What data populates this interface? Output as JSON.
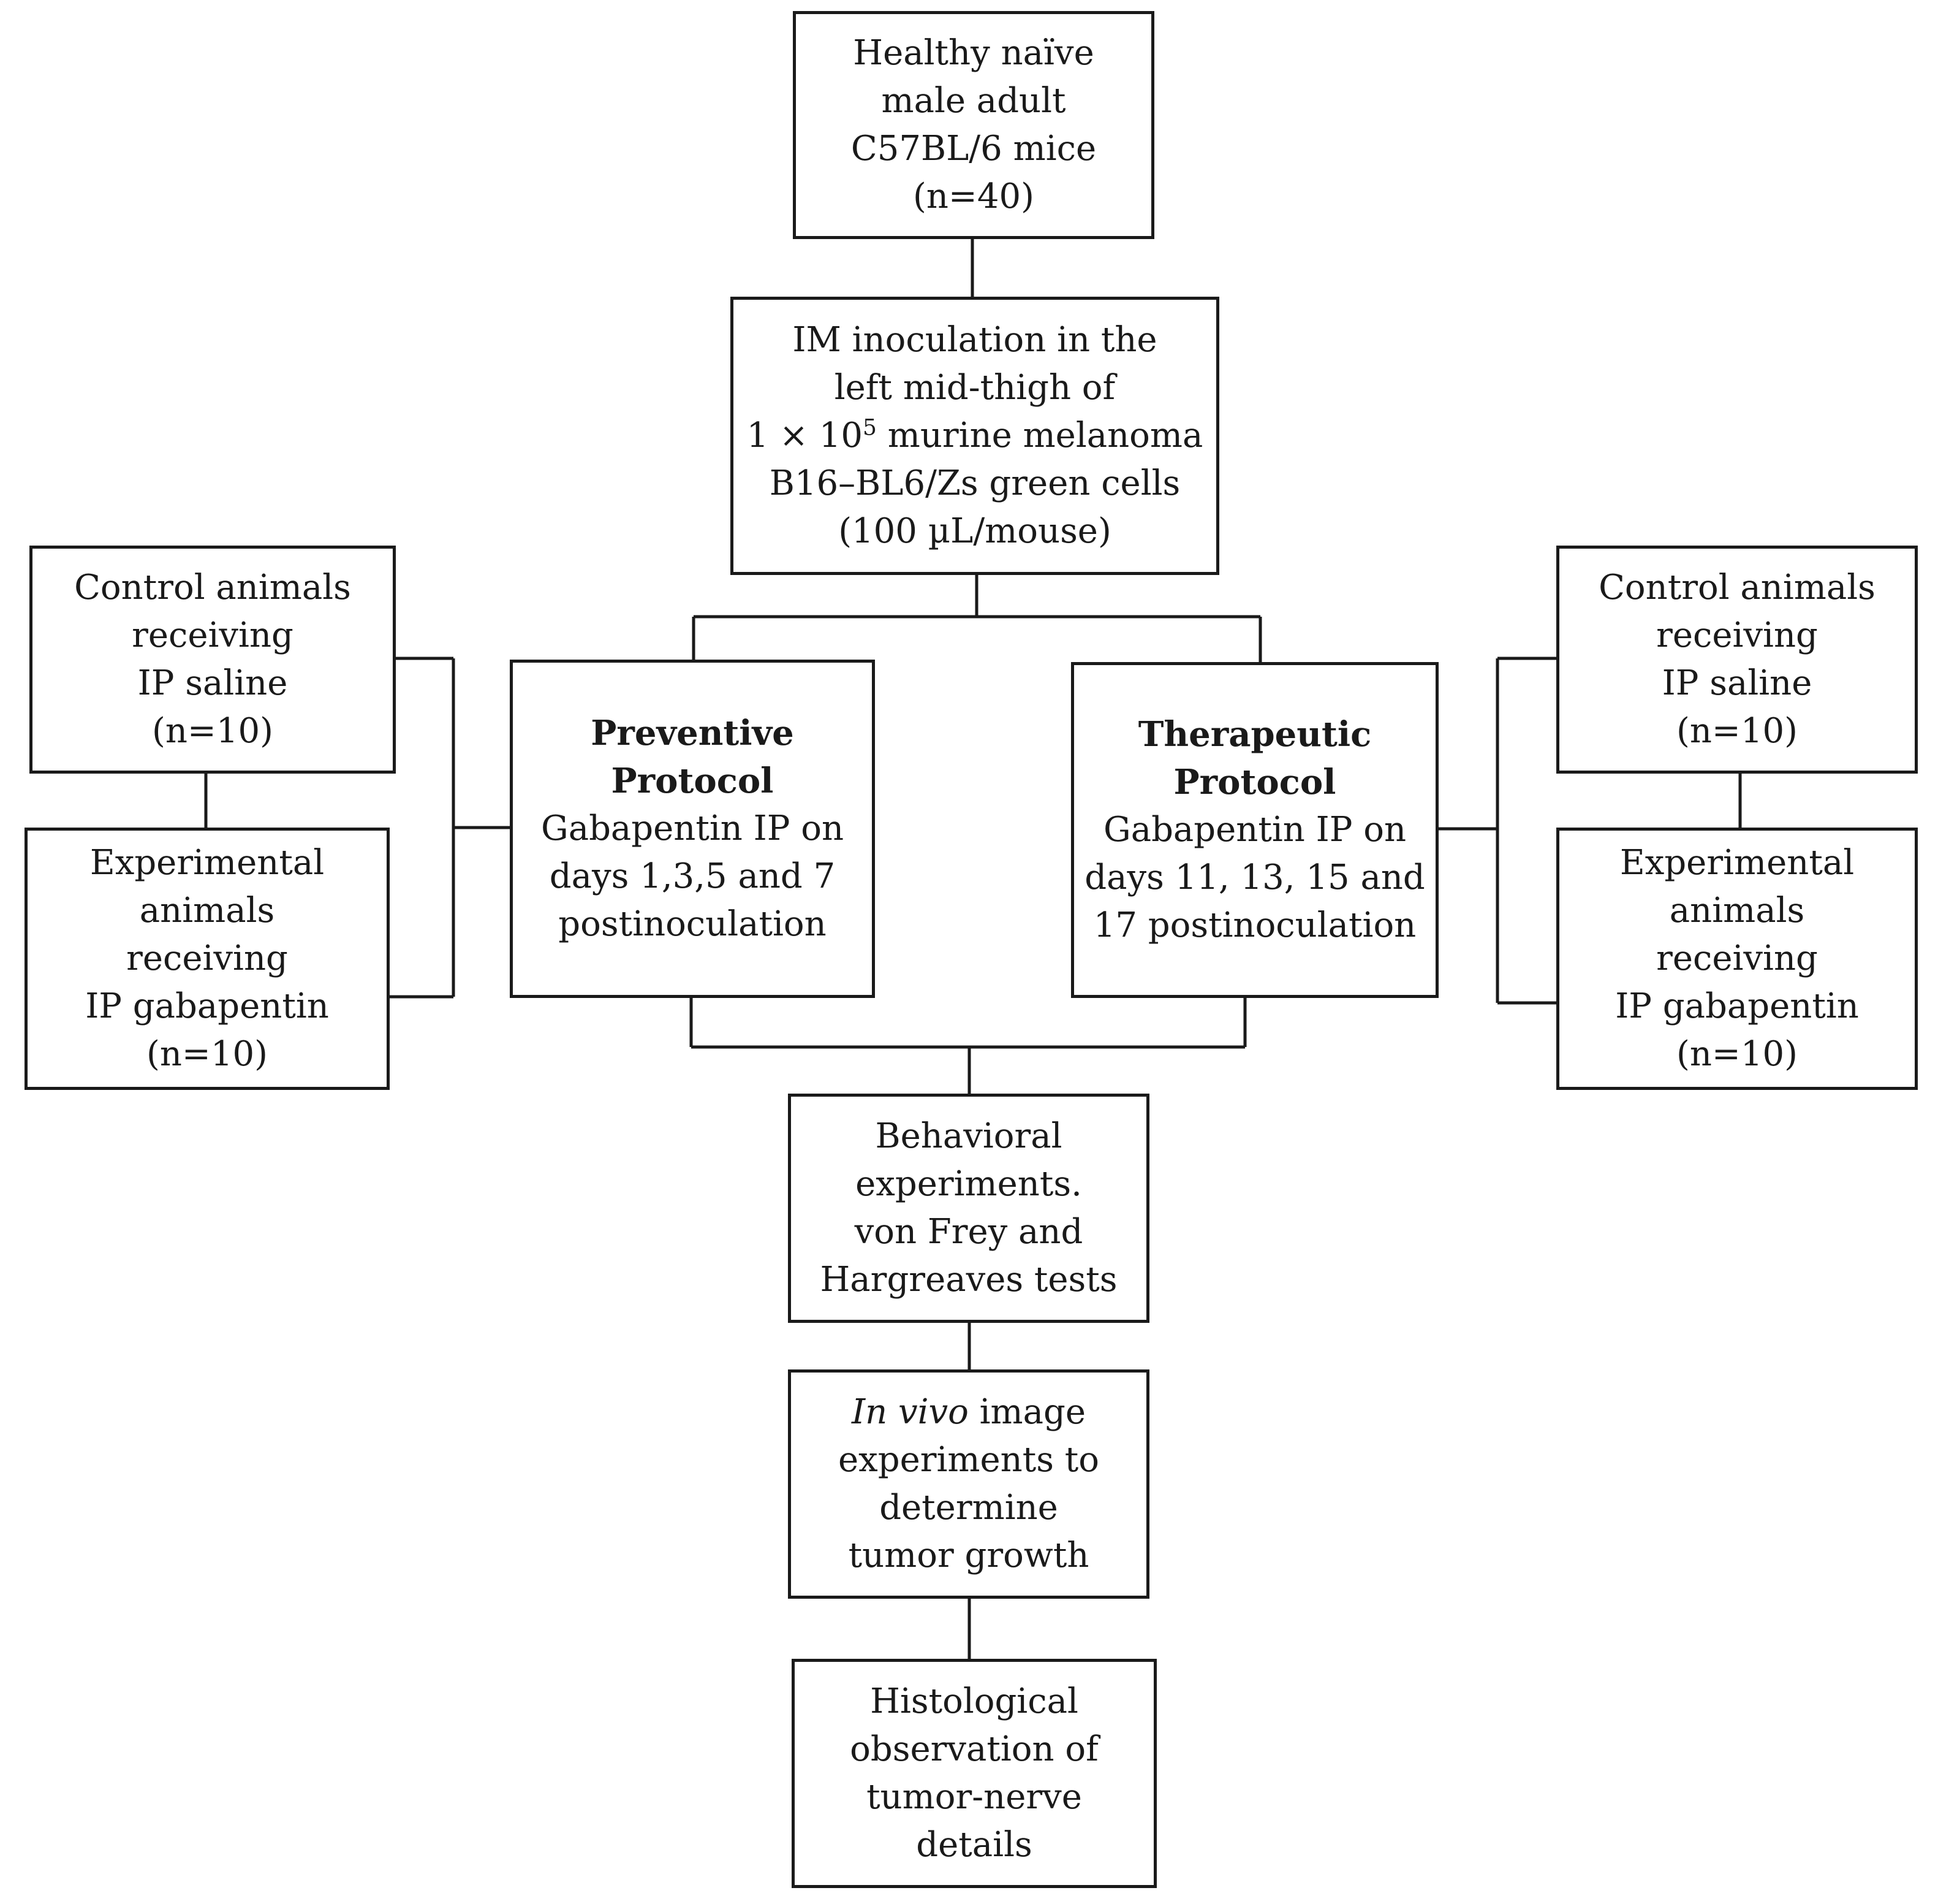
{
  "start": {
    "lines": [
      "Healthy naïve",
      "male adult",
      "C57BL/6 mice",
      "(n=40)"
    ]
  },
  "inoculation": {
    "line1": "IM inoculation in the",
    "line2": "left mid-thigh of",
    "line3_prefix": "1 × 10",
    "line3_sup": "5",
    "line3_suffix": " murine melanoma",
    "line4": "B16–BL6/Zs green cells",
    "line5": "(100 µL/mouse)"
  },
  "preventive": {
    "title_lines": [
      "Preventive",
      "Protocol"
    ],
    "body_lines": [
      "Gabapentin IP on",
      "days 1,3,5 and 7",
      "postinoculation"
    ]
  },
  "therapeutic": {
    "title_lines": [
      "Therapeutic",
      "Protocol"
    ],
    "body_lines": [
      "Gabapentin IP on",
      "days 11, 13, 15 and",
      "17 postinoculation"
    ]
  },
  "left_control": {
    "lines": [
      "Control animals",
      "receiving",
      "IP saline",
      "(n=10)"
    ]
  },
  "left_experimental": {
    "lines": [
      "Experimental",
      "animals",
      "receiving",
      "IP gabapentin",
      "(n=10)"
    ]
  },
  "right_control": {
    "lines": [
      "Control animals",
      "receiving",
      "IP saline",
      "(n=10)"
    ]
  },
  "right_experimental": {
    "lines": [
      "Experimental",
      "animals",
      "receiving",
      "IP gabapentin",
      "(n=10)"
    ]
  },
  "behavioral": {
    "lines": [
      "Behavioral",
      "experiments.",
      "von Frey and",
      "Hargreaves tests"
    ]
  },
  "imaging": {
    "line1_italic": "In vivo",
    "line1_rest": " image",
    "lines": [
      "experiments to",
      "determine",
      "tumor growth"
    ]
  },
  "histology": {
    "lines": [
      "Histological",
      "observation of",
      "tumor-nerve",
      "details"
    ]
  }
}
